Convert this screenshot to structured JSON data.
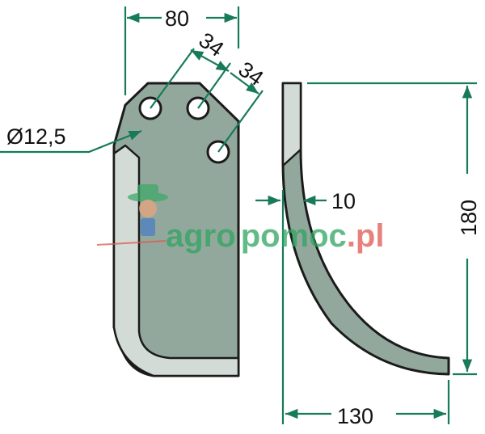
{
  "dimensions": {
    "width_top": "80",
    "hole_spacing_1": "34",
    "hole_spacing_2": "34",
    "hole_diameter": "Ø12,5",
    "thickness": "10",
    "height": "180",
    "depth": "130"
  },
  "watermark": {
    "brand_a": "agro",
    "brand_b": "pomoc",
    "brand_c": ".pl"
  },
  "colors": {
    "dimension": "#177a5b",
    "blade": "#93a89c",
    "bevel": "#d3dbd6",
    "outline": "#1b1b1b"
  }
}
